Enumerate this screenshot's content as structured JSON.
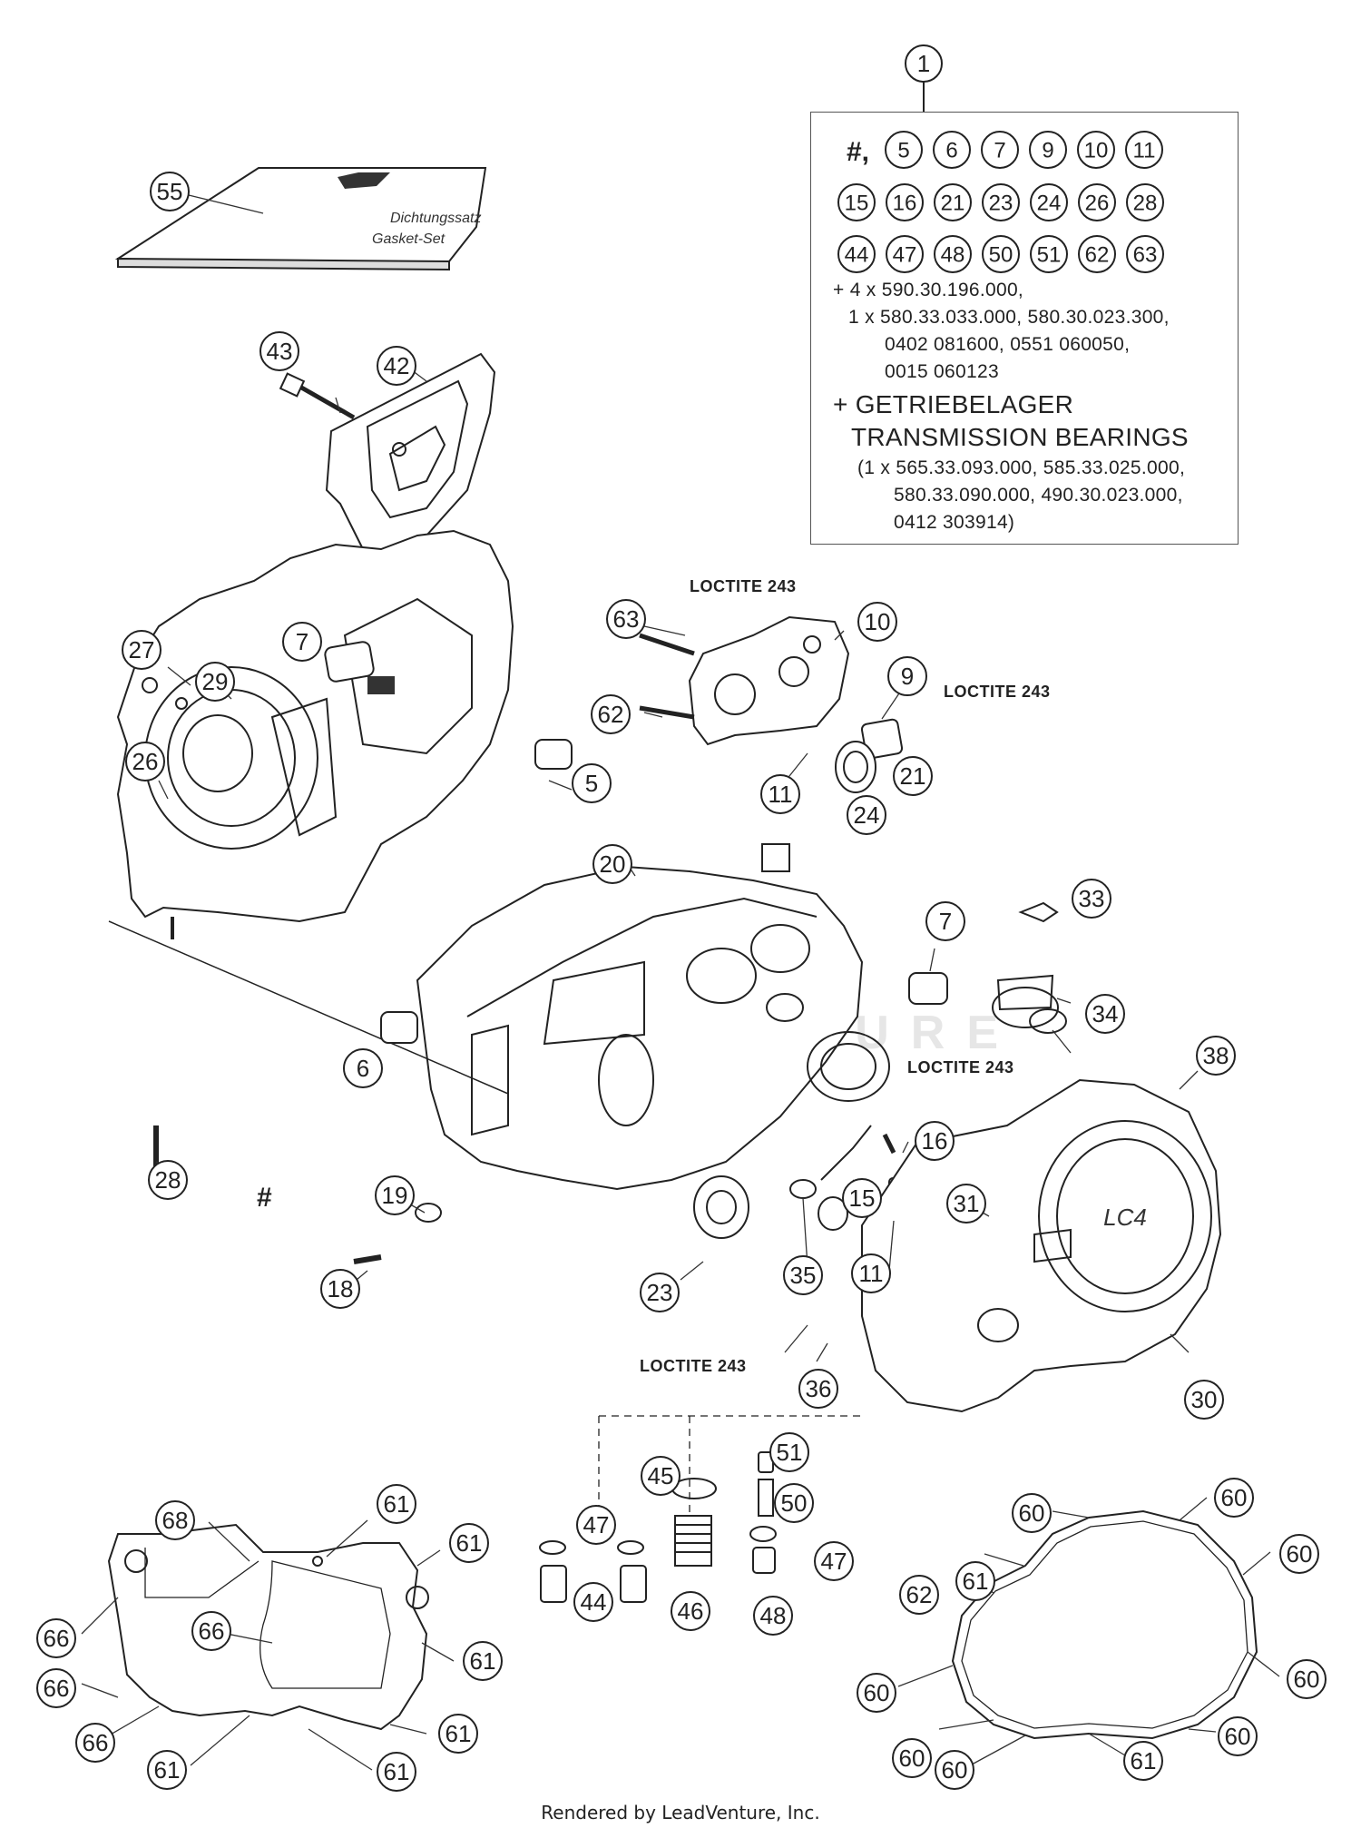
{
  "assembly_callout": "1",
  "legend": {
    "hash_label": "#,",
    "badges_row1": [
      "5",
      "6",
      "7",
      "9",
      "10",
      "11"
    ],
    "badges_row2": [
      "15",
      "16",
      "21",
      "23",
      "24",
      "26",
      "28"
    ],
    "badges_row3": [
      "44",
      "47",
      "48",
      "50",
      "51",
      "62",
      "63"
    ],
    "lines": [
      "+ 4 x 590.30.196.000,",
      "1 x 580.33.033.000, 580.30.023.300,",
      "0402 081600, 0551 060050,",
      "0015 060123",
      "+ GETRIEBELAGER",
      "TRANSMISSION BEARINGS",
      "(1 x 565.33.093.000, 585.33.025.000,",
      "580.33.090.000, 490.30.023.000,",
      "0412 303914)"
    ]
  },
  "gasket_set_text": [
    "Dichtungssatz",
    "Gasket-Set"
  ],
  "loctite_label": "LOCTITE 243",
  "hash_mark": "#",
  "lc4_logo_text": "LC4",
  "watermark_text": "LEADVENTURE",
  "callouts": [
    {
      "id": "c55",
      "label": "55"
    },
    {
      "id": "c43",
      "label": "43"
    },
    {
      "id": "c42",
      "label": "42"
    },
    {
      "id": "c27",
      "label": "27"
    },
    {
      "id": "c7a",
      "label": "7"
    },
    {
      "id": "c29",
      "label": "29"
    },
    {
      "id": "c26",
      "label": "26"
    },
    {
      "id": "c5",
      "label": "5"
    },
    {
      "id": "c63a",
      "label": "63"
    },
    {
      "id": "c10",
      "label": "10"
    },
    {
      "id": "c9",
      "label": "9"
    },
    {
      "id": "c62a",
      "label": "62"
    },
    {
      "id": "c11a",
      "label": "11"
    },
    {
      "id": "c21",
      "label": "21"
    },
    {
      "id": "c24",
      "label": "24"
    },
    {
      "id": "c20",
      "label": "20"
    },
    {
      "id": "c7b",
      "label": "7"
    },
    {
      "id": "c33",
      "label": "33"
    },
    {
      "id": "c34",
      "label": "34"
    },
    {
      "id": "c6",
      "label": "6"
    },
    {
      "id": "c38",
      "label": "38"
    },
    {
      "id": "c16",
      "label": "16"
    },
    {
      "id": "c28",
      "label": "28"
    },
    {
      "id": "c19",
      "label": "19"
    },
    {
      "id": "c15",
      "label": "15"
    },
    {
      "id": "c31",
      "label": "31"
    },
    {
      "id": "c18",
      "label": "18"
    },
    {
      "id": "c23",
      "label": "23"
    },
    {
      "id": "c35",
      "label": "35"
    },
    {
      "id": "c11b",
      "label": "11"
    },
    {
      "id": "c36",
      "label": "36"
    },
    {
      "id": "c30",
      "label": "30"
    },
    {
      "id": "c51",
      "label": "51"
    },
    {
      "id": "c45",
      "label": "45"
    },
    {
      "id": "c50",
      "label": "50"
    },
    {
      "id": "c47a",
      "label": "47"
    },
    {
      "id": "c47b",
      "label": "47"
    },
    {
      "id": "c44",
      "label": "44"
    },
    {
      "id": "c46",
      "label": "46"
    },
    {
      "id": "c48",
      "label": "48"
    },
    {
      "id": "c68",
      "label": "68"
    },
    {
      "id": "c61a",
      "label": "61"
    },
    {
      "id": "c61b",
      "label": "61"
    },
    {
      "id": "c66a",
      "label": "66"
    },
    {
      "id": "c66b",
      "label": "66"
    },
    {
      "id": "c61c",
      "label": "61"
    },
    {
      "id": "c66c",
      "label": "66"
    },
    {
      "id": "c61d",
      "label": "61"
    },
    {
      "id": "c66d",
      "label": "66"
    },
    {
      "id": "c61e",
      "label": "61"
    },
    {
      "id": "c61f",
      "label": "61"
    },
    {
      "id": "c60a",
      "label": "60"
    },
    {
      "id": "c60b",
      "label": "60"
    },
    {
      "id": "c61g",
      "label": "61"
    },
    {
      "id": "c60c",
      "label": "60"
    },
    {
      "id": "c62b",
      "label": "62"
    },
    {
      "id": "c60d",
      "label": "60"
    },
    {
      "id": "c60e",
      "label": "60"
    },
    {
      "id": "c60f",
      "label": "60"
    },
    {
      "id": "c60g",
      "label": "60"
    },
    {
      "id": "c60h",
      "label": "60"
    },
    {
      "id": "c61h",
      "label": "61"
    }
  ],
  "footer": "Rendered by LeadVenture, Inc."
}
